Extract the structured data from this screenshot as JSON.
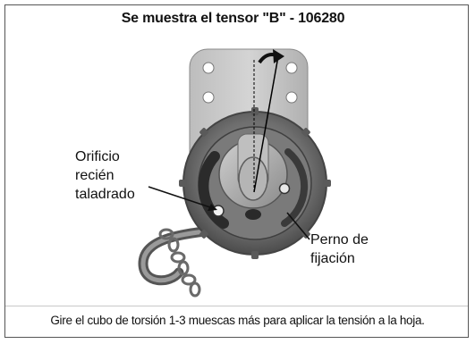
{
  "figure": {
    "title": "Se muestra el tensor \"B\" - 106280",
    "labels": {
      "hole_line1": "Orificio",
      "hole_line2": "recién",
      "hole_line3": "taladrado",
      "bolt_line1": "Perno de",
      "bolt_line2": "fijación"
    },
    "caption": "Gire el cubo de torsión 1-3 muescas más para aplicar la tensión a la hoja."
  },
  "icons": [
    "mounting-plate-icon",
    "torsion-hub-icon",
    "rotation-arrow-icon",
    "chain-icon"
  ]
}
